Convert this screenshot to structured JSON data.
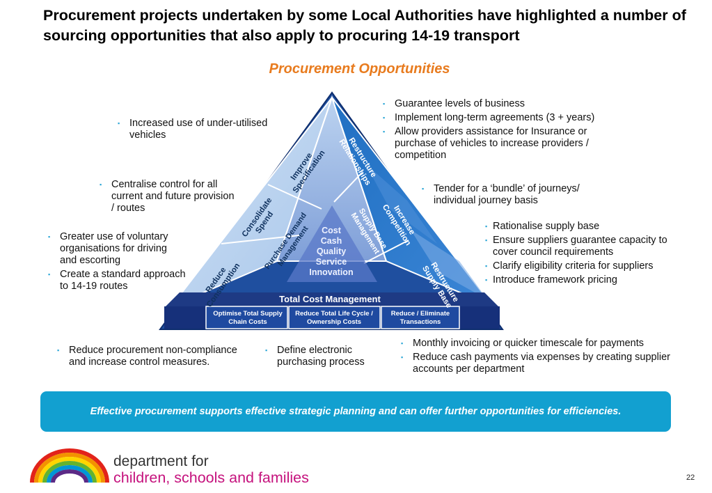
{
  "header": {
    "title": "Procurement projects undertaken by some Local Authorities have highlighted a number of sourcing opportunities that also apply to procuring 14-19 transport",
    "subtitle": "Procurement Opportunities"
  },
  "triangle": {
    "left_labels": [
      "Improve Specification",
      "Consolidate Spend",
      "Reduce Consumption"
    ],
    "middle_labels": [
      "Purchase Demand Management"
    ],
    "right_labels": [
      "Restructure Relationships",
      "Increase Competition",
      "Supply Base Management",
      "Restructure Supply Base"
    ],
    "core": [
      "Cost",
      "Cash",
      "Quality",
      "Service",
      "Innovation"
    ],
    "band": "Total Cost Management",
    "bottom_cells": [
      {
        "l1": "Optimise Total Supply",
        "l2": "Chain Costs"
      },
      {
        "l1": "Reduce Total Life Cycle /",
        "l2": "Ownership Costs"
      },
      {
        "l1": "Reduce / Eliminate",
        "l2": "Transactions"
      }
    ]
  },
  "callouts": {
    "underutilised": [
      "Increased use of under-utilised vehicles"
    ],
    "centralise": [
      "Centralise control for all current and future provision / routes"
    ],
    "voluntary": [
      "Greater use of voluntary organisations for driving and escorting",
      "Create a standard approach to 14-19 routes"
    ],
    "relationships": [
      "Guarantee levels of business",
      "Implement long-term agreements (3 + years)",
      "Allow providers assistance for Insurance or purchase of vehicles to increase providers / competition"
    ],
    "tender": [
      "Tender for a ‘bundle’ of journeys/ individual journey basis"
    ],
    "supply_base": [
      "Rationalise supply base",
      "Ensure suppliers guarantee capacity to cover council requirements",
      "Clarify eligibility criteria for suppliers",
      "Introduce framework pricing"
    ],
    "noncompliance": [
      "Reduce procurement non-compliance and increase control measures."
    ],
    "electronic": [
      "Define electronic purchasing process"
    ],
    "payments": [
      "Monthly invoicing or quicker timescale for payments",
      "Reduce cash payments via expenses by creating supplier accounts per department"
    ]
  },
  "banner": "Effective procurement supports effective strategic planning and can offer further opportunities for efficiencies.",
  "footer": {
    "dept_line1": "department for",
    "dept_line2": "children, schools and families",
    "page_number": "22"
  },
  "colors": {
    "title_accent": "#e87b1e",
    "banner": "#12a0d0",
    "brand_magenta": "#c5127d",
    "navy": "#1e3a84"
  }
}
